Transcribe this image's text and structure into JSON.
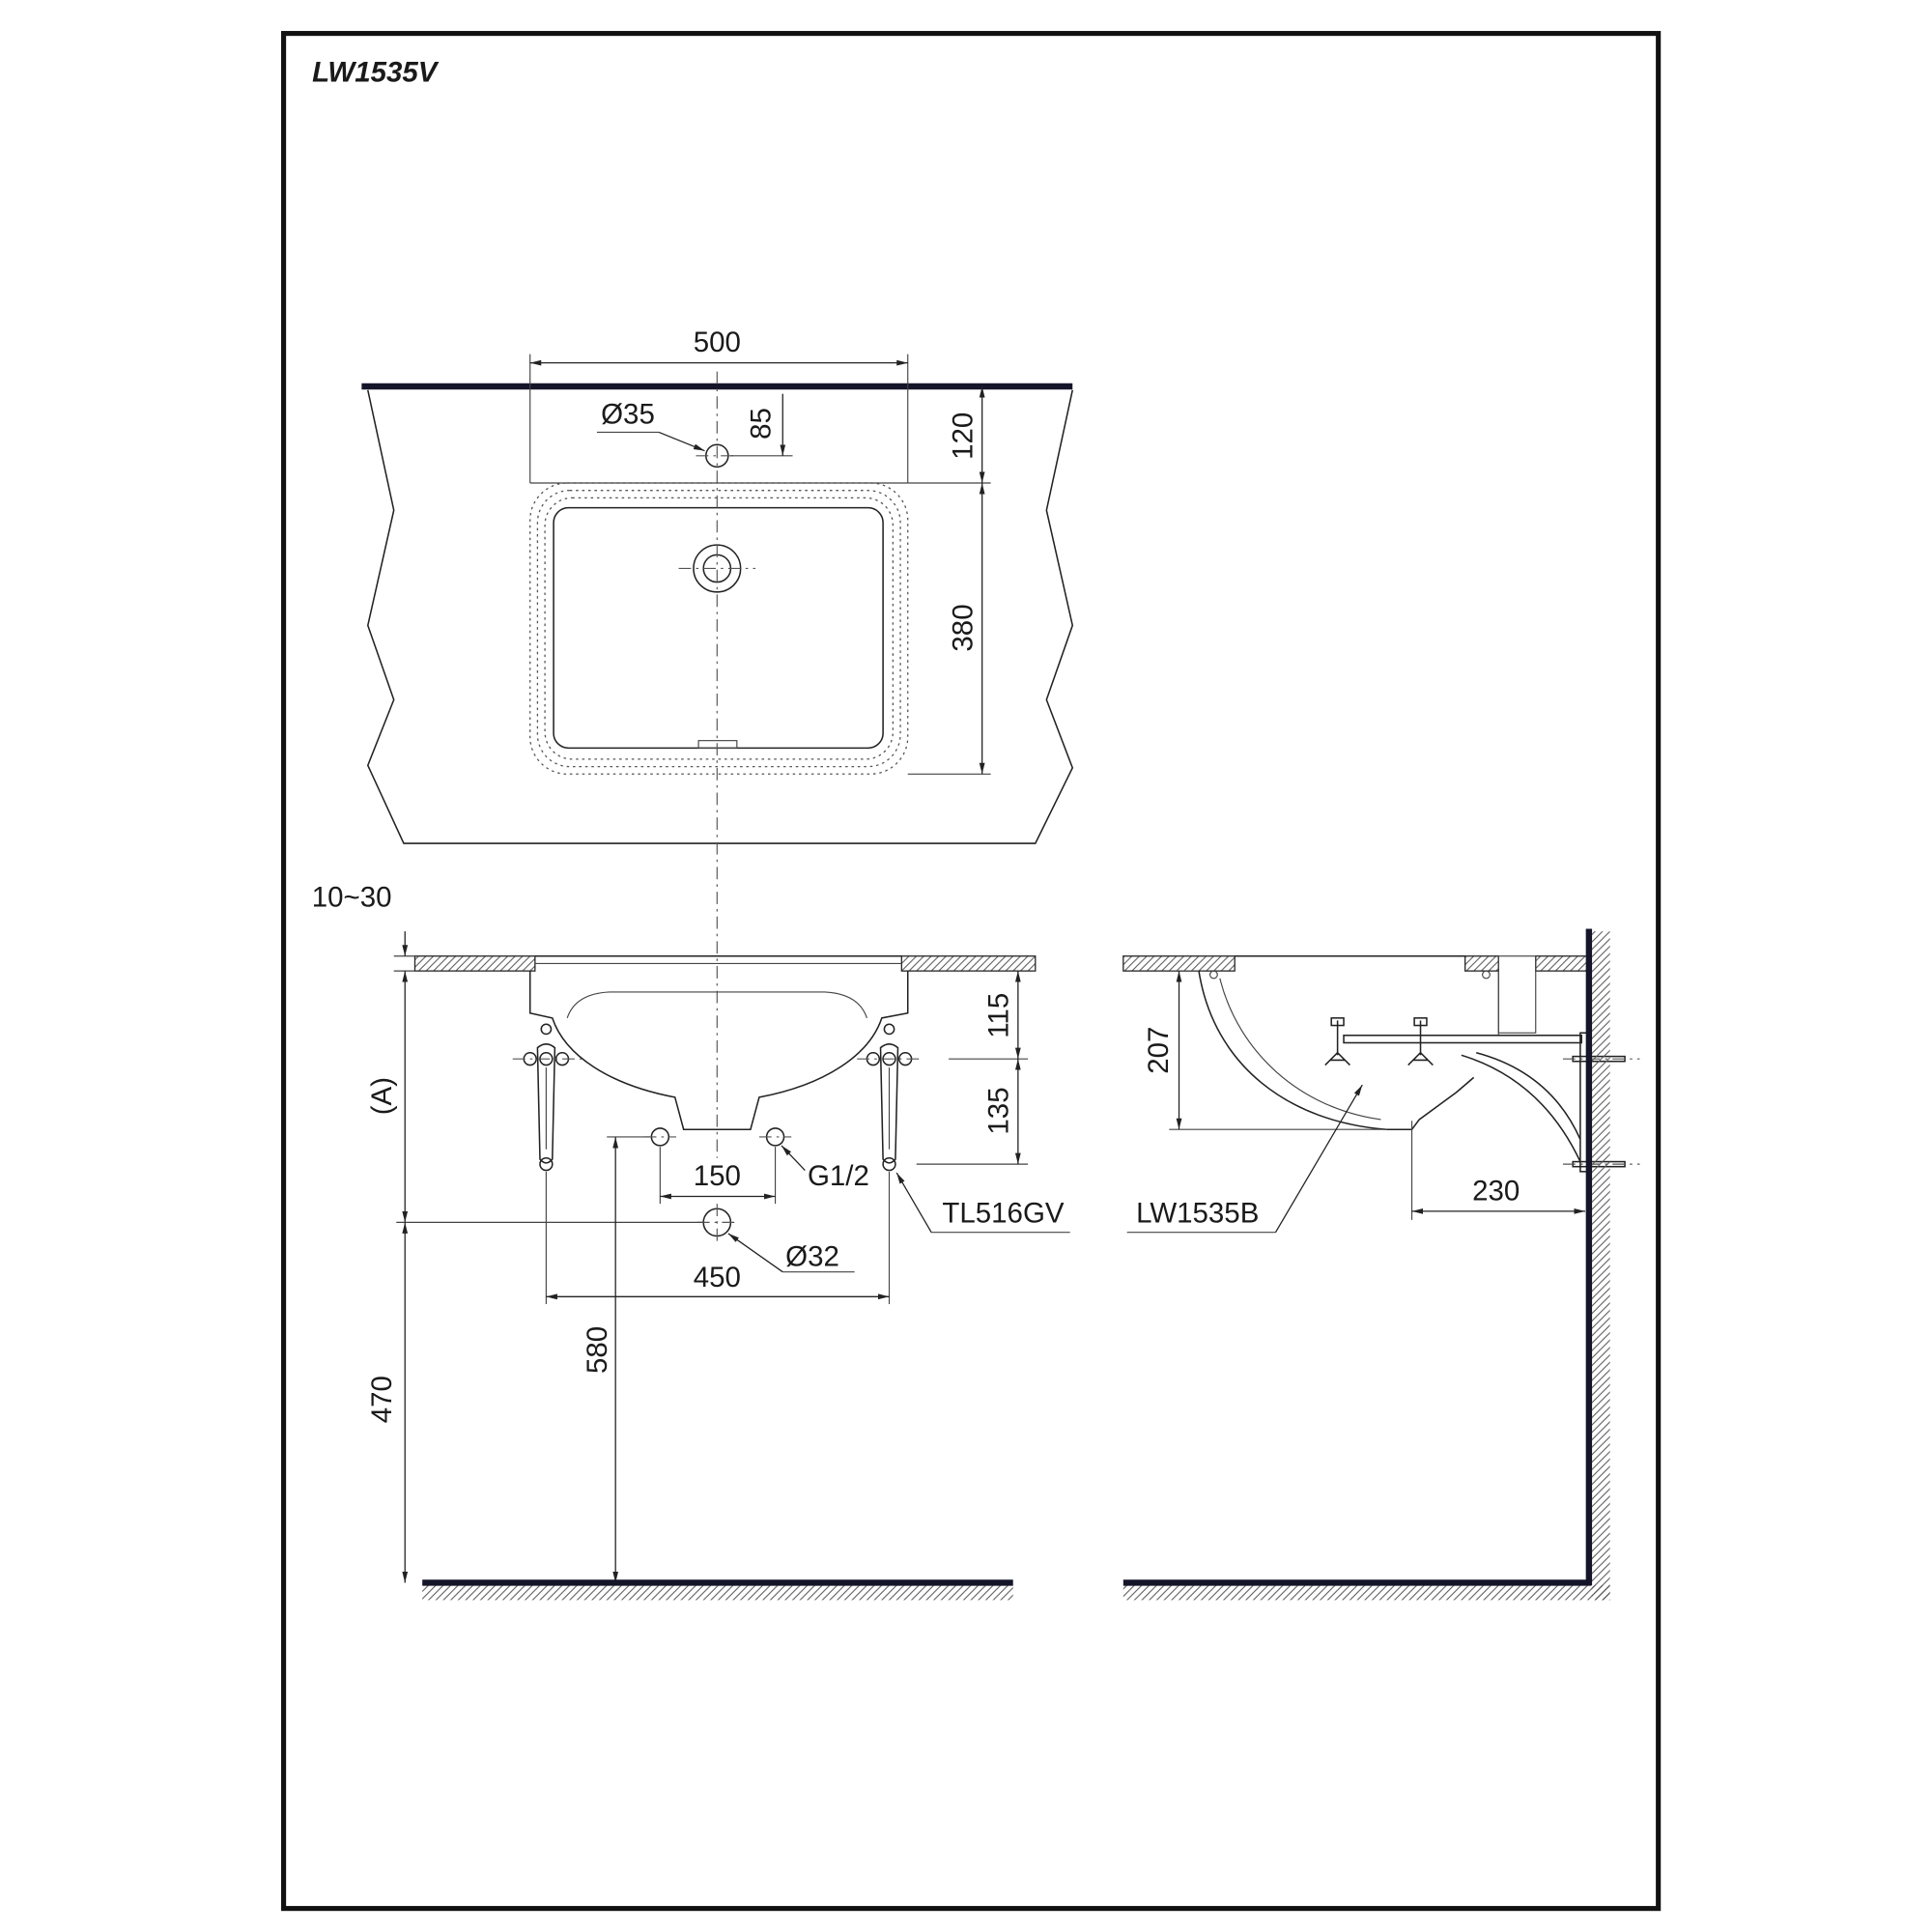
{
  "title": "LW1535V",
  "plan_view": {
    "basin_width": "500",
    "faucet_hole_diameter": "Ø35",
    "faucet_hole_offset": "85",
    "rim_to_bowl": "120",
    "bowl_depth": "380"
  },
  "front_view": {
    "counter_thickness": "10~30",
    "rim_to_bolt": "115",
    "bolt_spacing_vertical": "135",
    "mount_height": "(A)",
    "supply_spacing": "150",
    "supply_thread": "G1/2",
    "bracket_model": "TL516GV",
    "drain_diameter": "Ø32",
    "bracket_spacing": "450",
    "supply_height": "580",
    "drain_height": "470"
  },
  "side_view": {
    "basin_depth": "207",
    "bracket_model": "LW1535B",
    "wall_offset": "230"
  }
}
